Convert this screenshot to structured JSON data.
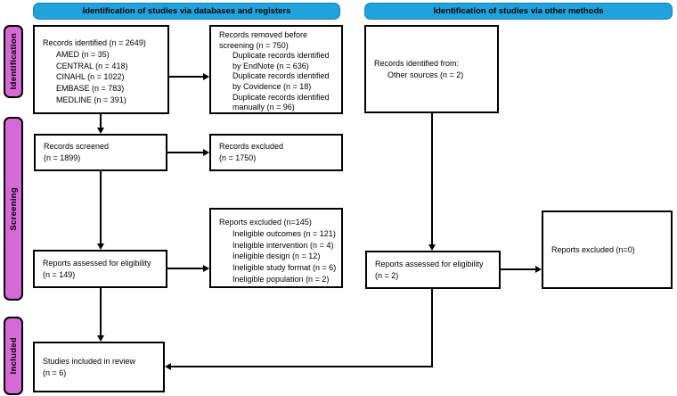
{
  "headers": {
    "databases": "Identification of studies via databases and registers",
    "other": "Identification of studies via other methods"
  },
  "sidebar": {
    "identification": "Identification",
    "screening": "Screening",
    "included": "Included"
  },
  "colors": {
    "header_bg": "#20A3DD",
    "header_border": "#0E7FB0",
    "sidebar_bg": "#D669D6",
    "line": "#000000"
  },
  "boxes": {
    "records_identified": {
      "title": "Records identified (n = 2649)",
      "items": [
        "AMED (n = 35)",
        "CENTRAL (n = 418)",
        "CINAHL (n = 1022)",
        "EMBASE (n = 783)",
        "MEDLINE (n = 391)"
      ]
    },
    "records_removed": {
      "title": "Records removed before\nscreening (n = 750)",
      "items": [
        "Duplicate records identified\nby EndNote (n = 636)",
        "Duplicate records identified\nby Covidence (n = 18)",
        "Duplicate records identified\nmanually (n = 96)"
      ]
    },
    "records_screened": {
      "line1": "Records screened",
      "line2": "(n = 1899)"
    },
    "records_excluded": {
      "line1": "Records excluded",
      "line2": "(n = 1750)"
    },
    "reports_assessed_db": {
      "line1": "Reports assessed for eligibility",
      "line2": "(n = 149)"
    },
    "reports_excluded_db": {
      "title": "Reports excluded (n=145)",
      "items": [
        "Ineligible outcomes (n = 121)",
        "Ineligible intervention (n = 4)",
        "Ineligible design (n = 12)",
        "Ineligible study format (n = 6)",
        "Ineligible population (n = 2)"
      ]
    },
    "studies_included": {
      "line1": "Studies included in review",
      "line2": "(n = 6)"
    },
    "records_other": {
      "line1": "Records identified from:",
      "line2": "Other sources (n = 2)"
    },
    "reports_assessed_other": {
      "line1": "Reports assessed for eligibility",
      "line2": "(n = 2)"
    },
    "reports_excluded_other": {
      "title": "Reports excluded (n=0)"
    }
  }
}
